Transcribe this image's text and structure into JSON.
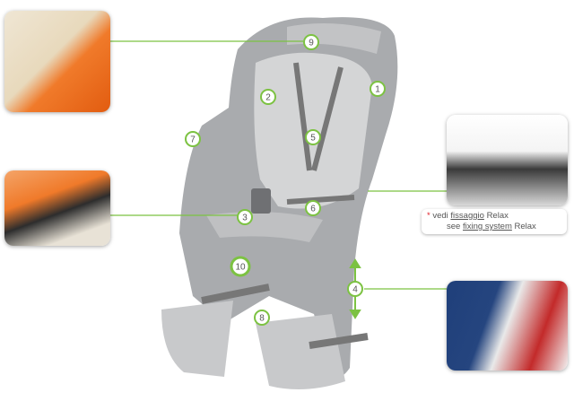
{
  "markers": [
    "9",
    "1",
    "2",
    "7",
    "5",
    "6",
    "3",
    "10",
    "4",
    "8"
  ],
  "note": {
    "line1_prefix": "vedi",
    "line1_link": "fissaggio",
    "line1_suffix": "Relax",
    "line2_prefix": "see",
    "line2_link": "fixing system",
    "line2_suffix": "Relax"
  },
  "colors": {
    "accent": "#7cc242",
    "seat": "#a9abae",
    "pad": "#d4d5d6"
  }
}
